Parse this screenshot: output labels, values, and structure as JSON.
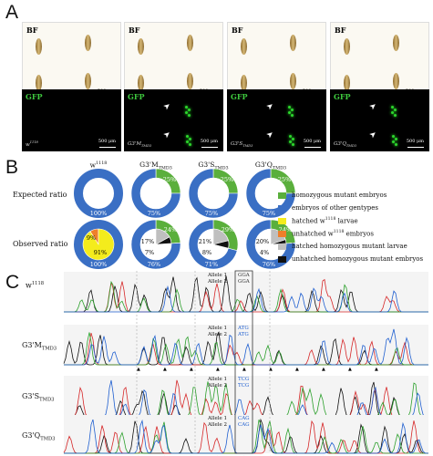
{
  "panel_a": {
    "letter": "A",
    "columns": [
      {
        "bf": "BF",
        "gfp": "GFP",
        "genotype": "w",
        "genotype_sup": "1118",
        "genotype_sub": "",
        "scale": "500 μm",
        "has_gfp": false
      },
      {
        "bf": "BF",
        "gfp": "GFP",
        "genotype": "G3'M",
        "genotype_sup": "",
        "genotype_sub": "TMD3",
        "scale": "500 μm",
        "has_gfp": true
      },
      {
        "bf": "BF",
        "gfp": "GFP",
        "genotype": "G3'S",
        "genotype_sup": "",
        "genotype_sub": "TMD3",
        "scale": "500 μm",
        "has_gfp": true
      },
      {
        "bf": "BF",
        "gfp": "GFP",
        "genotype": "G3'Q",
        "genotype_sup": "",
        "genotype_sub": "TMD3",
        "scale": "500 μm",
        "has_gfp": true
      }
    ]
  },
  "panel_b": {
    "letter": "B",
    "row_labels": [
      "Expected ratio",
      "Observed ratio"
    ],
    "col_headers": [
      {
        "main": "w",
        "sup": "1118",
        "sub": ""
      },
      {
        "main": "G3'M",
        "sup": "",
        "sub": "TMD3"
      },
      {
        "main": "G3'S",
        "sup": "",
        "sub": "TMD3"
      },
      {
        "main": "G3'Q",
        "sup": "",
        "sub": "TMD3"
      }
    ],
    "legend": [
      {
        "label": "homozygous mutant embryos",
        "color": "#5aaf3c"
      },
      {
        "label": "embryos of other gentypes",
        "color": "#3a6fc4"
      },
      {
        "label": "hatched w",
        "sup": "1118",
        "after": " larvae",
        "color": "#f4ec1c"
      },
      {
        "label": "unhatched w",
        "sup": "1118",
        "after": " embryos",
        "color": "#ee7f2a"
      },
      {
        "label": "hatched homozygous mutant larvae",
        "color": "#bfbfbf"
      },
      {
        "label": "unhatched homozygous mutant embryos",
        "color": "#111111"
      }
    ]
  },
  "chart_data": [
    {
      "type": "pie",
      "title": "w1118 expected",
      "labels": [
        "embryos of other gentypes"
      ],
      "values": [
        100
      ],
      "data_labels": [
        "100%"
      ]
    },
    {
      "type": "pie",
      "title": "G3'M expected",
      "labels": [
        "homozygous mutant embryos",
        "embryos of other gentypes"
      ],
      "values": [
        25,
        75
      ],
      "data_labels": [
        "25%",
        "75%"
      ]
    },
    {
      "type": "pie",
      "title": "G3'S expected",
      "labels": [
        "homozygous mutant embryos",
        "embryos of other gentypes"
      ],
      "values": [
        25,
        75
      ],
      "data_labels": [
        "25%",
        "75%"
      ]
    },
    {
      "type": "pie",
      "title": "G3'Q expected",
      "labels": [
        "homozygous mutant embryos",
        "embryos of other gentypes"
      ],
      "values": [
        25,
        75
      ],
      "data_labels": [
        "25%",
        "75%"
      ]
    },
    {
      "type": "pie",
      "title": "w1118 observed",
      "labels": [
        "hatched w1118 larvae",
        "unhatched w1118 embryos"
      ],
      "values": [
        91,
        9
      ],
      "data_labels": [
        "100%",
        "9%",
        "91%"
      ]
    },
    {
      "type": "pie",
      "title": "G3'M observed",
      "labels": [
        "homozygous mutant embryos",
        "embryos of other gentypes",
        "hatched homozygous mutant larvae",
        "unhatched homozygous mutant embryos"
      ],
      "values": [
        24,
        76,
        17,
        7
      ],
      "data_labels": [
        "24%",
        "76%",
        "17%",
        "7%"
      ]
    },
    {
      "type": "pie",
      "title": "G3'S observed",
      "labels": [
        "homozygous mutant embryos",
        "embryos of other gentypes",
        "hatched homozygous mutant larvae",
        "unhatched homozygous mutant embryos"
      ],
      "values": [
        29,
        71,
        21,
        8
      ],
      "data_labels": [
        "29%",
        "71%",
        "21%",
        "8%"
      ]
    },
    {
      "type": "pie",
      "title": "G3'Q observed",
      "labels": [
        "homozygous mutant embryos",
        "embryos of other gentypes",
        "hatched homozygous mutant larvae",
        "unhatched homozygous mutant embryos"
      ],
      "values": [
        24,
        76,
        20,
        4
      ],
      "data_labels": [
        "24%",
        "76%",
        "20%",
        "4%"
      ]
    }
  ],
  "panel_c": {
    "letter": "C",
    "traces": [
      {
        "main": "w",
        "sup": "1118",
        "sub": "",
        "allele1": "Allele 1",
        "allele2": "Allele 2",
        "codon1": "GGA",
        "codon2": "GGA"
      },
      {
        "main": "G3'M",
        "sup": "",
        "sub": "TMD3",
        "allele1": "Allele 1",
        "allele2": "Allele 2",
        "codon1": "ATG",
        "codon2": "ATG"
      },
      {
        "main": "G3'S",
        "sup": "",
        "sub": "TMD3",
        "allele1": "Allele 1",
        "allele2": "Allele 2",
        "codon1": "TCG",
        "codon2": "TCG"
      },
      {
        "main": "G3'Q",
        "sup": "",
        "sub": "TMD3",
        "allele1": "Allele 1",
        "allele2": "Allele 2",
        "codon1": "CAG",
        "codon2": "CAG"
      }
    ],
    "base_colors": {
      "A": "#2ca02c",
      "C": "#1f5fd0",
      "G": "#111111",
      "T": "#d62728"
    }
  }
}
